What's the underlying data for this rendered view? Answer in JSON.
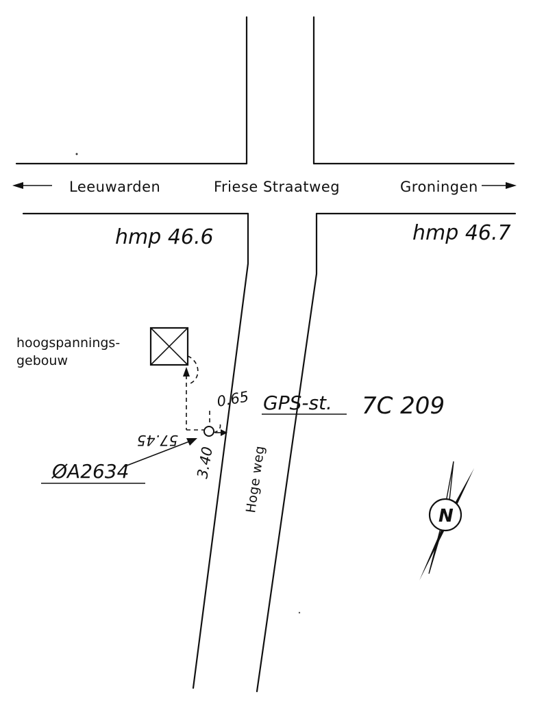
{
  "roads": {
    "main_road": "Friese Straatweg",
    "side_road": "Hoge weg",
    "west_direction": "Leeuwarden",
    "east_direction": "Groningen"
  },
  "hectometer_markers": {
    "west": "hmp 46.6",
    "east": "hmp 46.7"
  },
  "building": {
    "label_line1": "hoogspannings-",
    "label_line2": "gebouw"
  },
  "station": {
    "id": "ØA2634",
    "gps_label": "GPS-st.",
    "gps_code": "7C 209",
    "offset_up": "0.65",
    "offset_down": "3.40",
    "offset_left": "57.45"
  },
  "north_label": "N"
}
